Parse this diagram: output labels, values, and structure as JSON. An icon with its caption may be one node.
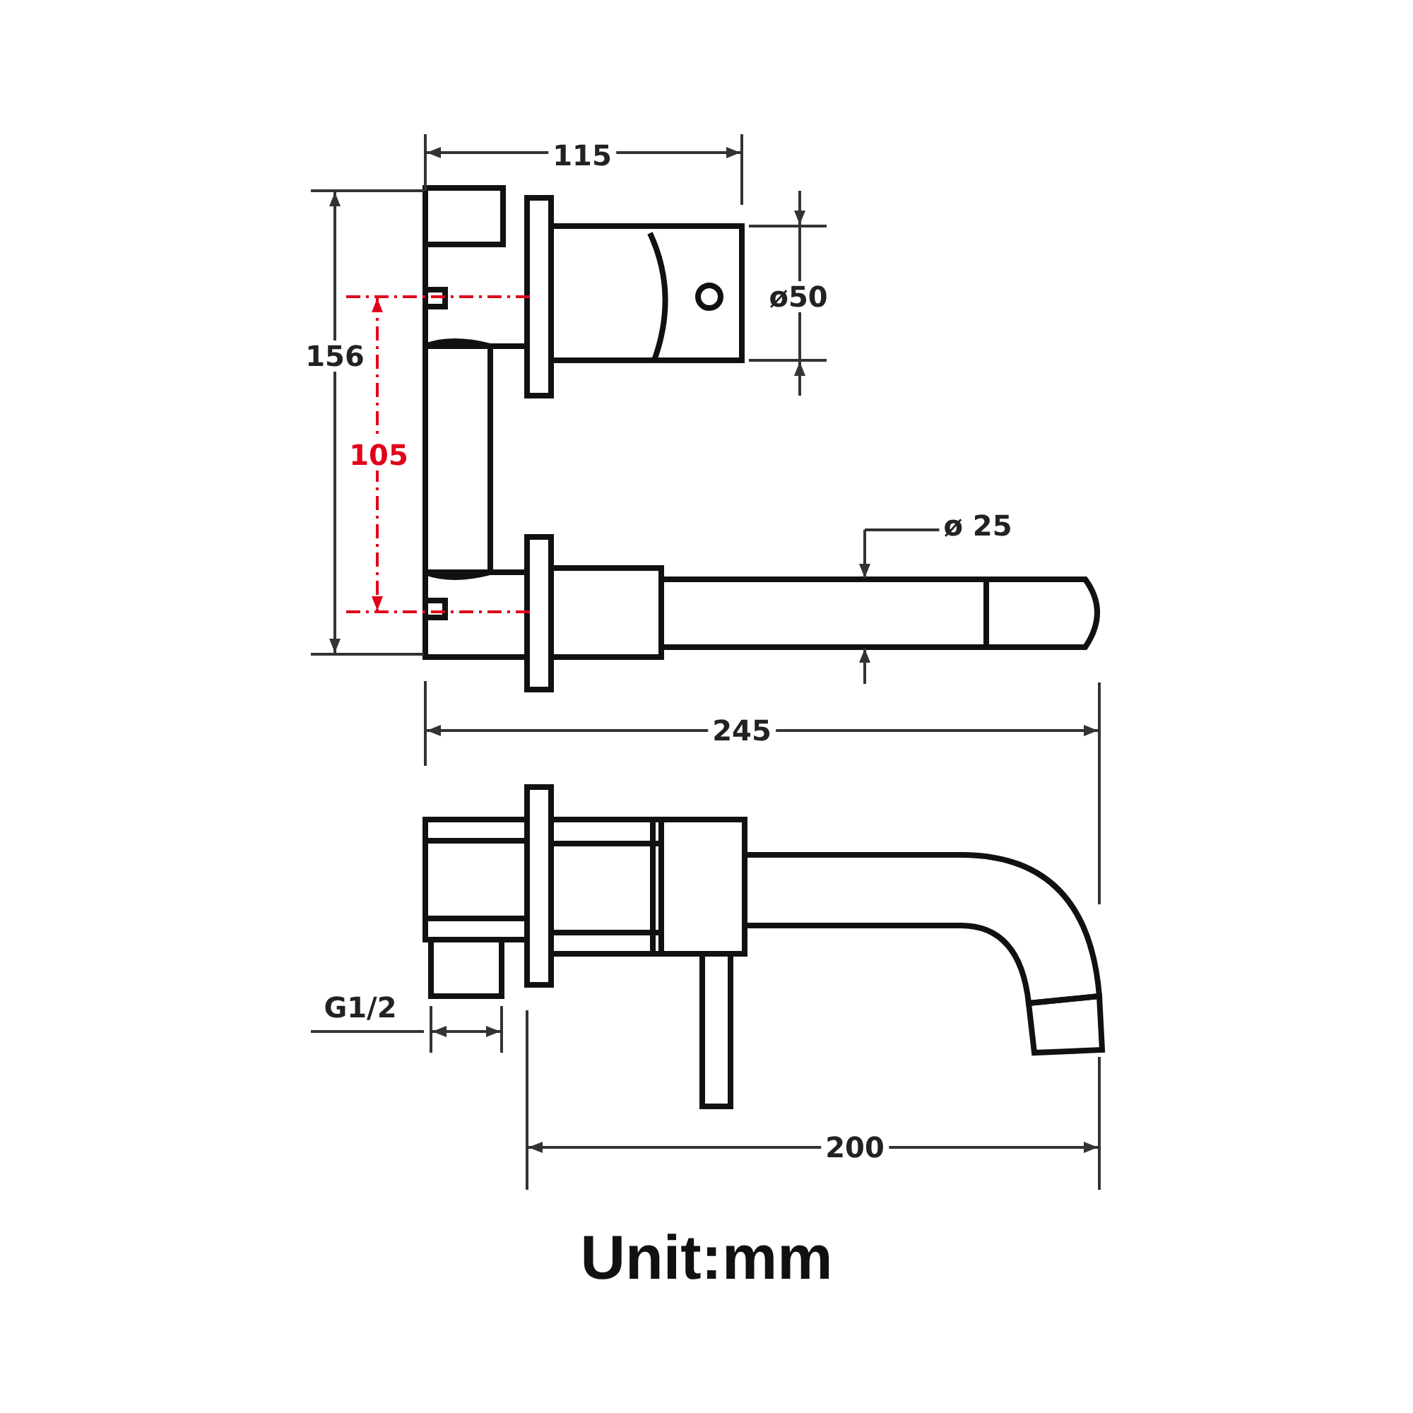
{
  "diagram": {
    "labels": [
      "115",
      "156",
      "105",
      "ø50",
      "ø 25",
      "245",
      "G1/2",
      "200"
    ],
    "caption": "Unit:mm"
  }
}
